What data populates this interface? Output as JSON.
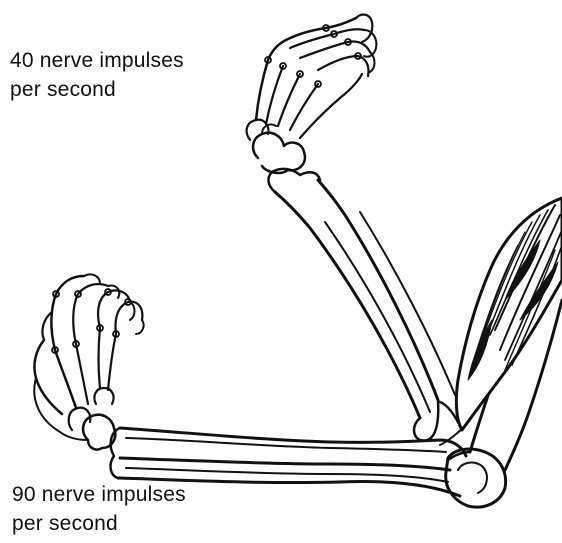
{
  "labels": {
    "top": {
      "line1": "40 nerve impulses",
      "line2": "per second"
    },
    "bottom": {
      "line1": "90 nerve impulses",
      "line2": "per second"
    }
  },
  "colors": {
    "ink": "#111111",
    "background": "#ffffff"
  }
}
